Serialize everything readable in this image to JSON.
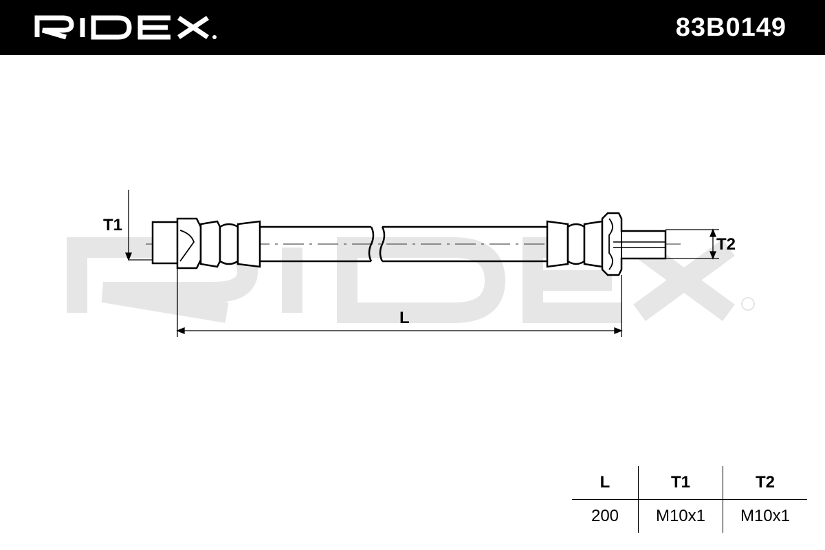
{
  "header": {
    "brand": "RIDEX",
    "part_number": "83B0149"
  },
  "drawing": {
    "dim_t1": "T1",
    "dim_t2": "T2",
    "dim_l": "L",
    "watermark": "RIDEX"
  },
  "specs": {
    "headers": [
      "L",
      "T1",
      "T2"
    ],
    "values": [
      "200",
      "M10x1",
      "M10x1"
    ]
  },
  "colors": {
    "header_bg": "#000000",
    "header_text": "#ffffff",
    "watermark": "#e6e6e6",
    "line": "#000000"
  }
}
